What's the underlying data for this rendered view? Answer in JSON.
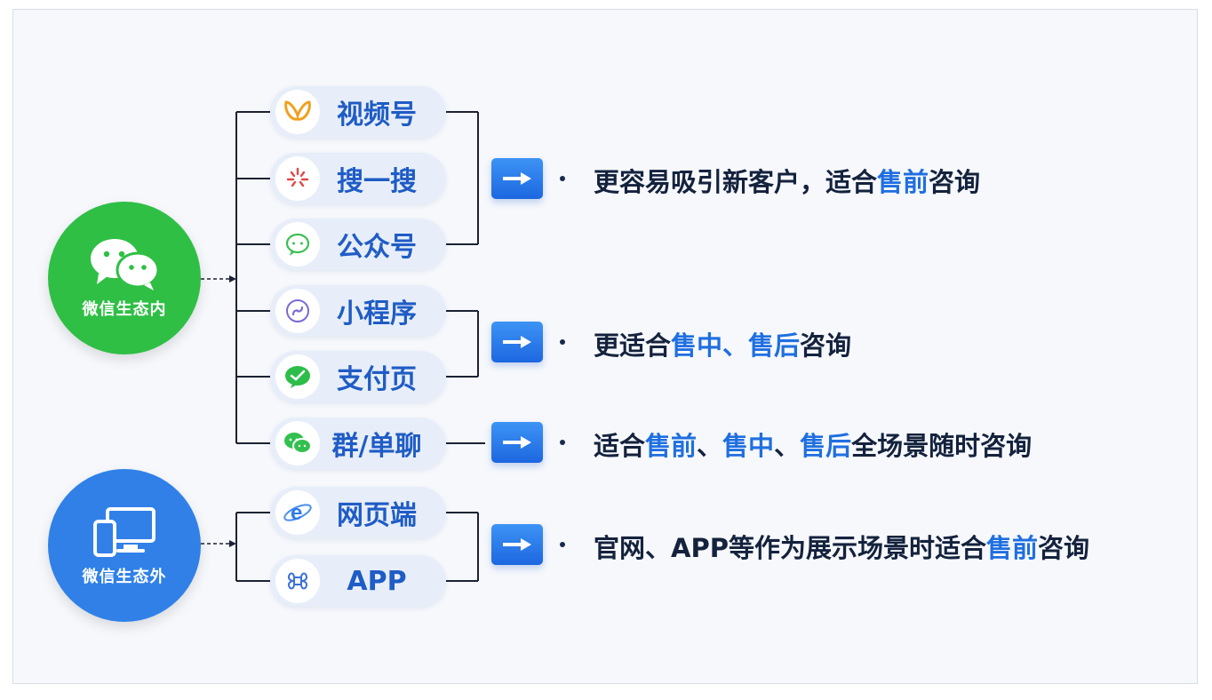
{
  "hubs": [
    {
      "label": "微信生态内",
      "color": "#2fbf45",
      "icon": "wechat-icon"
    },
    {
      "label": "微信生态外",
      "color": "#3080e8",
      "icon": "devices-icon"
    }
  ],
  "channels": [
    {
      "label": "视频号",
      "icon": "channels-butterfly-icon"
    },
    {
      "label": "搜一搜",
      "icon": "search-sparkle-icon"
    },
    {
      "label": "公众号",
      "icon": "official-account-icon"
    },
    {
      "label": "小程序",
      "icon": "mini-program-icon"
    },
    {
      "label": "支付页",
      "icon": "wechat-pay-icon"
    },
    {
      "label": "群/单聊",
      "icon": "chat-bubbles-icon"
    },
    {
      "label": "网页端",
      "icon": "browser-e-icon"
    },
    {
      "label": "APP",
      "icon": "command-icon"
    }
  ],
  "outcomes": [
    {
      "parts": [
        {
          "text": "更容易吸引新客户，适合",
          "hl": false
        },
        {
          "text": "售前",
          "hl": true
        },
        {
          "text": "咨询",
          "hl": false
        }
      ]
    },
    {
      "parts": [
        {
          "text": "更适合",
          "hl": false
        },
        {
          "text": "售中、售后",
          "hl": true
        },
        {
          "text": "咨询",
          "hl": false
        }
      ]
    },
    {
      "parts": [
        {
          "text": "适合",
          "hl": false
        },
        {
          "text": "售前",
          "hl": true
        },
        {
          "text": "、",
          "hl": false
        },
        {
          "text": "售中",
          "hl": true
        },
        {
          "text": "、",
          "hl": false
        },
        {
          "text": "售后",
          "hl": true
        },
        {
          "text": "全场景随时咨询",
          "hl": false
        }
      ]
    },
    {
      "parts": [
        {
          "text": "官网、APP等作为展示场景时适合",
          "hl": false
        },
        {
          "text": "售前",
          "hl": true
        },
        {
          "text": "咨询",
          "hl": false
        }
      ]
    }
  ],
  "colors": {
    "accent_blue": "#1f6fe0",
    "pill_bg": "#e7eef9",
    "green_hub": "#2fbf45",
    "blue_hub": "#3080e8",
    "text_dark": "#14223d"
  }
}
